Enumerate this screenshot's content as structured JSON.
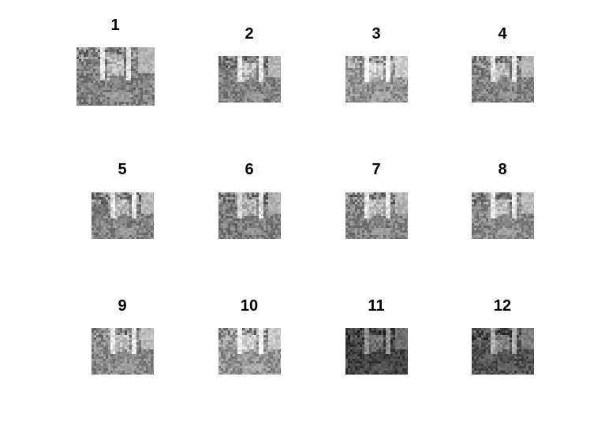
{
  "figure": {
    "background": "#ffffff",
    "panels": [
      {
        "title": "1"
      },
      {
        "title": "2"
      },
      {
        "title": "3"
      },
      {
        "title": "4"
      },
      {
        "title": "5"
      },
      {
        "title": "6"
      },
      {
        "title": "7"
      },
      {
        "title": "8"
      },
      {
        "title": "9"
      },
      {
        "title": "10"
      },
      {
        "title": "11"
      },
      {
        "title": "12"
      }
    ]
  }
}
